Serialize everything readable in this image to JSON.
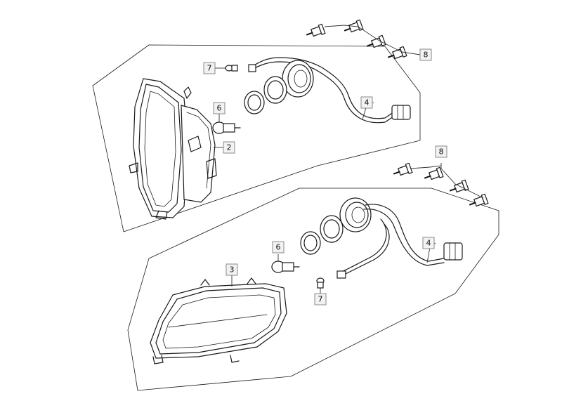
{
  "callouts": {
    "c2": "2",
    "c3": "3",
    "c4_top": "4",
    "c4_bottom": "4",
    "c6_top": "6",
    "c6_bottom": "6",
    "c7_top": "7",
    "c7_bottom": "7",
    "c8_top": "8",
    "c8_bottom": "8"
  }
}
